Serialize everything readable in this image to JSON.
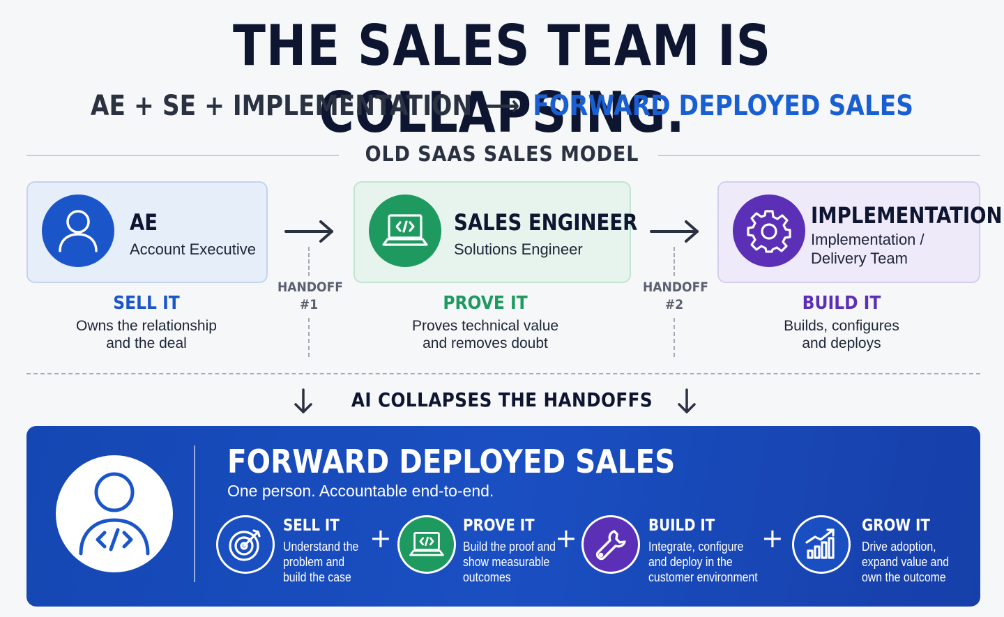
{
  "header": {
    "title": "THE SALES TEAM IS COLLAPSING.",
    "subtitle_left": "AE + SE + IMPLEMENTATION",
    "subtitle_arrow": "⟶",
    "subtitle_right": "FORWARD DEPLOYED SALES"
  },
  "old_model": {
    "section_title": "OLD SAAS SALES MODEL",
    "roles": [
      {
        "name": "AE",
        "subtitle": "Account Executive",
        "verb": "SELL IT",
        "desc_line1": "Owns the relationship",
        "desc_line2": "and the deal",
        "icon": "user-icon"
      },
      {
        "name": "SALES ENGINEER",
        "subtitle": "Solutions Engineer",
        "verb": "PROVE IT",
        "desc_line1": "Proves technical value",
        "desc_line2": "and removes doubt",
        "icon": "laptop-code-icon"
      },
      {
        "name": "IMPLEMENTATION",
        "subtitle_line1": "Implementation /",
        "subtitle_line2": "Delivery Team",
        "verb": "BUILD IT",
        "desc_line1": "Builds, configures",
        "desc_line2": "and deploys",
        "icon": "gear-icon"
      }
    ],
    "handoffs": [
      {
        "line1": "HANDOFF",
        "line2": "#1"
      },
      {
        "line1": "HANDOFF",
        "line2": "#2"
      }
    ]
  },
  "collapse": {
    "text": "AI COLLAPSES THE HANDOFFS"
  },
  "fds": {
    "title": "FORWARD DEPLOYED SALES",
    "subtitle": "One person. Accountable end-to-end.",
    "avatar_icon": "user-code-icon",
    "steps": [
      {
        "title": "SELL IT",
        "desc": [
          "Understand the",
          "problem and",
          "build the case"
        ],
        "icon": "target-icon"
      },
      {
        "title": "PROVE IT",
        "desc": [
          "Build the proof and",
          "show measurable",
          "outcomes"
        ],
        "icon": "laptop-code-icon"
      },
      {
        "title": "BUILD IT",
        "desc": [
          "Integrate, configure",
          "and deploy in the",
          "customer environment"
        ],
        "icon": "wrench-icon"
      },
      {
        "title": "GROW IT",
        "desc": [
          "Drive adoption,",
          "expand value and",
          "own the outcome"
        ],
        "icon": "growth-chart-icon"
      }
    ],
    "plus_symbol": "+"
  },
  "colors": {
    "navy": "#0d1530",
    "blue": "#1a56c9",
    "green": "#1e9960",
    "purple": "#5b2fb6",
    "panel_blue": "#1a4fc2"
  }
}
